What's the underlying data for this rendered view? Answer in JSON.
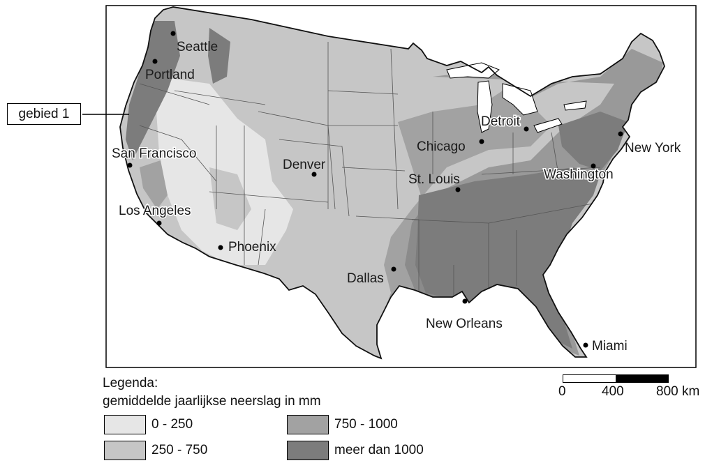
{
  "callout": {
    "label": "gebied 1"
  },
  "cities": [
    {
      "name": "Seattle",
      "halo": false
    },
    {
      "name": "Portland",
      "halo": false
    },
    {
      "name": "San Francisco",
      "halo": true
    },
    {
      "name": "Los Angeles",
      "halo": true
    },
    {
      "name": "Phoenix",
      "halo": false
    },
    {
      "name": "Denver",
      "halo": false
    },
    {
      "name": "Dallas",
      "halo": false
    },
    {
      "name": "Chicago",
      "halo": false
    },
    {
      "name": "St. Louis",
      "halo": false
    },
    {
      "name": "Detroit",
      "halo": true
    },
    {
      "name": "Washington",
      "halo": true
    },
    {
      "name": "New York",
      "halo": false
    },
    {
      "name": "New Orleans",
      "halo": false
    },
    {
      "name": "Miami",
      "halo": false
    }
  ],
  "legend": {
    "title": "Legenda:",
    "subtitle": "gemiddelde jaarlijkse neerslag in mm",
    "classes": [
      {
        "label": "0 - 250",
        "color": "#e6e6e6"
      },
      {
        "label": "250 - 750",
        "color": "#c6c6c6"
      },
      {
        "label": "750 - 1000",
        "color": "#a2a2a2"
      },
      {
        "label": "meer dan 1000",
        "color": "#7c7c7c"
      }
    ]
  },
  "scale": {
    "ticks": [
      "0",
      "400",
      "800 km"
    ]
  }
}
